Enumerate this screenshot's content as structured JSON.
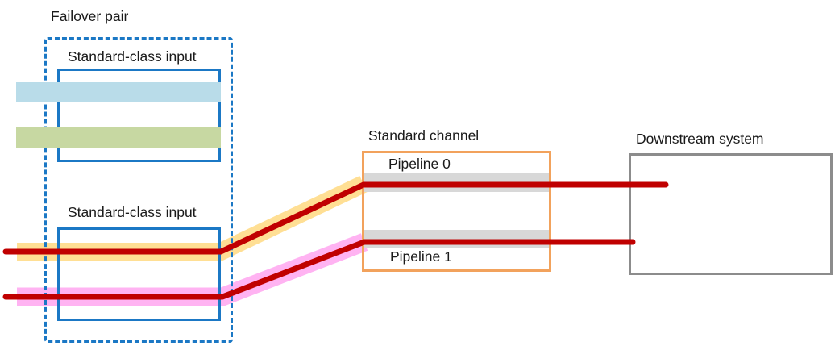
{
  "diagram": {
    "failover": {
      "label": "Failover pair",
      "inputs": [
        "Standard-class input",
        "Standard-class input"
      ]
    },
    "channel": {
      "label": "Standard channel",
      "pipelines": [
        "Pipeline 0",
        "Pipeline 1"
      ]
    },
    "downstream": {
      "label": "Downstream system"
    }
  },
  "colors": {
    "blue_border": "#1B78C5",
    "light_blue_bar": "#B9DCE9",
    "green_bar": "#C7D8A2",
    "yellow_highlight": "#FFDF94",
    "pink_highlight": "#FFB3F2",
    "red_line": "#C00000",
    "gray_band": "#D8D8D8",
    "orange_border": "#F2A25C",
    "downstream_border": "#8C8C8C",
    "text_color": "#1A1A1A"
  }
}
